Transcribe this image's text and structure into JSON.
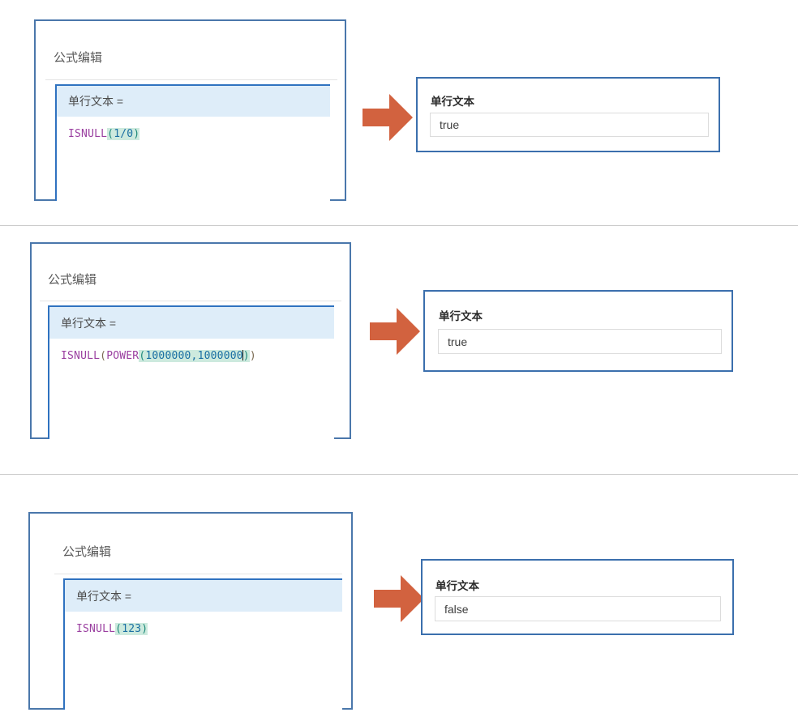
{
  "page": {
    "accent_blue": "#3b6fad",
    "editor_border_blue": "#2f72c0",
    "header_band_blue": "#deedf9",
    "arrow_orange": "#d2623f",
    "divider_gray": "#c9c9c9"
  },
  "examples": [
    {
      "editor": {
        "title": "公式编辑",
        "field_label": "单行文本 =",
        "formula_text": "ISNULL(1/0)",
        "tokens": [
          {
            "text": "ISNULL",
            "style": "fn"
          },
          {
            "text": "(",
            "style": "hl-open"
          },
          {
            "text": "1/0",
            "style": "hl-arg"
          },
          {
            "text": ")",
            "style": "hl-close"
          }
        ]
      },
      "arrow": {
        "name": "right-arrow-icon"
      },
      "result": {
        "label": "单行文本",
        "value": "true"
      }
    },
    {
      "editor": {
        "title": "公式编辑",
        "field_label": "单行文本 =",
        "formula_text": "ISNULL(POWER(1000000,1000000))",
        "tokens": [
          {
            "text": "ISNULL",
            "style": "fn"
          },
          {
            "text": "(",
            "style": "paren"
          },
          {
            "text": "POWER",
            "style": "fn"
          },
          {
            "text": "(",
            "style": "hl-open"
          },
          {
            "text": "1000000,1000000",
            "style": "hl-arg"
          },
          {
            "text": "",
            "style": "caret"
          },
          {
            "text": ")",
            "style": "hl-close"
          },
          {
            "text": ")",
            "style": "paren"
          }
        ]
      },
      "arrow": {
        "name": "right-arrow-icon"
      },
      "result": {
        "label": "单行文本",
        "value": "true"
      }
    },
    {
      "editor": {
        "title": "公式编辑",
        "field_label": "单行文本 =",
        "formula_text": "ISNULL(123)",
        "tokens": [
          {
            "text": "ISNULL",
            "style": "fn"
          },
          {
            "text": "(",
            "style": "hl-open"
          },
          {
            "text": "123",
            "style": "hl-arg"
          },
          {
            "text": ")",
            "style": "hl-close"
          }
        ]
      },
      "arrow": {
        "name": "right-arrow-icon"
      },
      "result": {
        "label": "单行文本",
        "value": "false"
      }
    }
  ]
}
